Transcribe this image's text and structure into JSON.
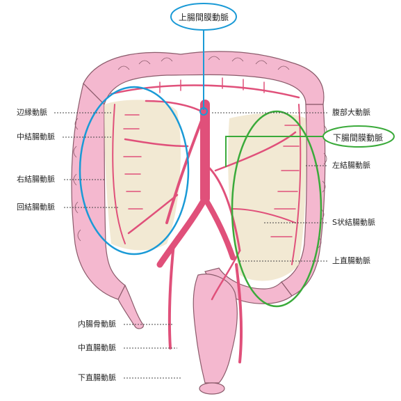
{
  "colors": {
    "colon_fill": "#f4b8cf",
    "colon_stroke": "#8a5a6a",
    "artery": "#e0507a",
    "blue_circle": "#1a9ad6",
    "green_circle": "#3aaa3a",
    "shade": "#efe4c8"
  },
  "callouts": {
    "superior_mesenteric": "上腸間膜動脈",
    "inferior_mesenteric": "下腸間膜動脈"
  },
  "labels_left": [
    "辺縁動脈",
    "中結腸動脈",
    "右結腸動脈",
    "回結腸動脈",
    "内腸骨動脈",
    "中直腸動脈",
    "下直腸動脈"
  ],
  "labels_right": [
    "腹部大動脈",
    "左結腸動脈",
    "S状結腸動脈",
    "上直腸動脈"
  ]
}
